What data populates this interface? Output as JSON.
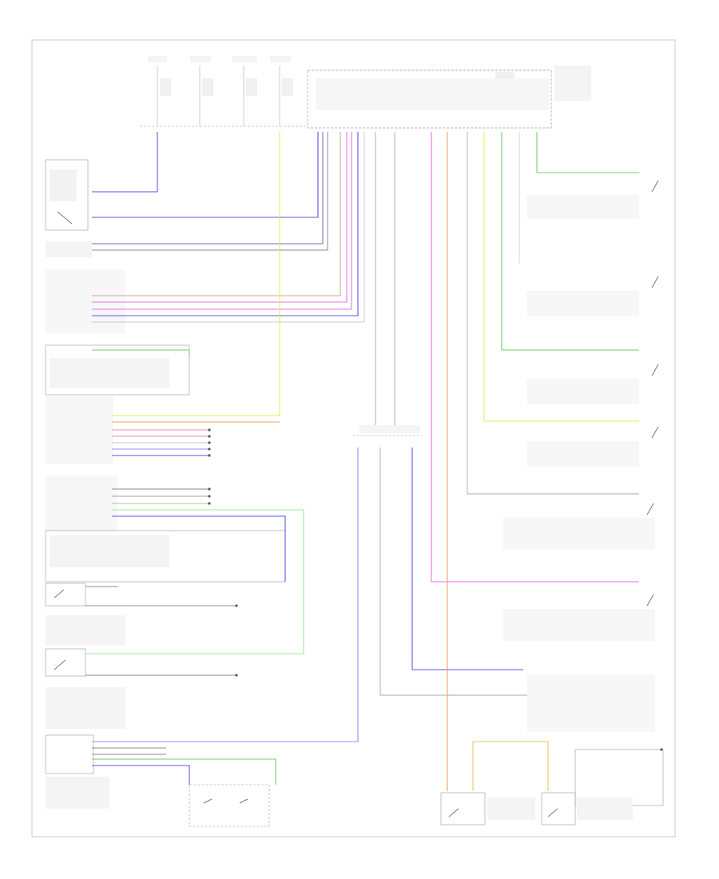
{
  "footer_code": "",
  "colors": {
    "frame": "#c8c8c8",
    "blue": "#5a5ae6",
    "violet": "#8c8cf0",
    "yellow": "#f2e65a",
    "orange": "#f0a060",
    "magenta": "#e673e6",
    "pink": "#f08caa",
    "green": "#6ed26e",
    "lightgreen": "#a0e6a0",
    "gray": "#8c8c8c",
    "tan": "#c8aa8c",
    "olive": "#b4c878",
    "gold": "#e6c864"
  },
  "components": [
    {
      "id": "ignition-switch"
    },
    {
      "id": "multifunction-switch"
    },
    {
      "id": "head-lamp-switch"
    },
    {
      "id": "instrument-cluster"
    },
    {
      "id": "driver-seat-belt-switch"
    },
    {
      "id": "passenger-seat-belt-switch"
    },
    {
      "id": "parking-brake-switch"
    },
    {
      "id": "smart-junction-box"
    },
    {
      "id": "lf-door-ajar-switch"
    },
    {
      "id": "rf-door-ajar-switch"
    },
    {
      "id": "lr-door-ajar-switch"
    },
    {
      "id": "rr-door-ajar-switch"
    },
    {
      "id": "liftgate-ajar-switch"
    },
    {
      "id": "hood-ajar-switch"
    },
    {
      "id": "liftgate-latch-switch"
    },
    {
      "id": "liftgate-glass-switch"
    },
    {
      "id": "door-lock-switch"
    },
    {
      "id": "fuse-panel"
    }
  ]
}
